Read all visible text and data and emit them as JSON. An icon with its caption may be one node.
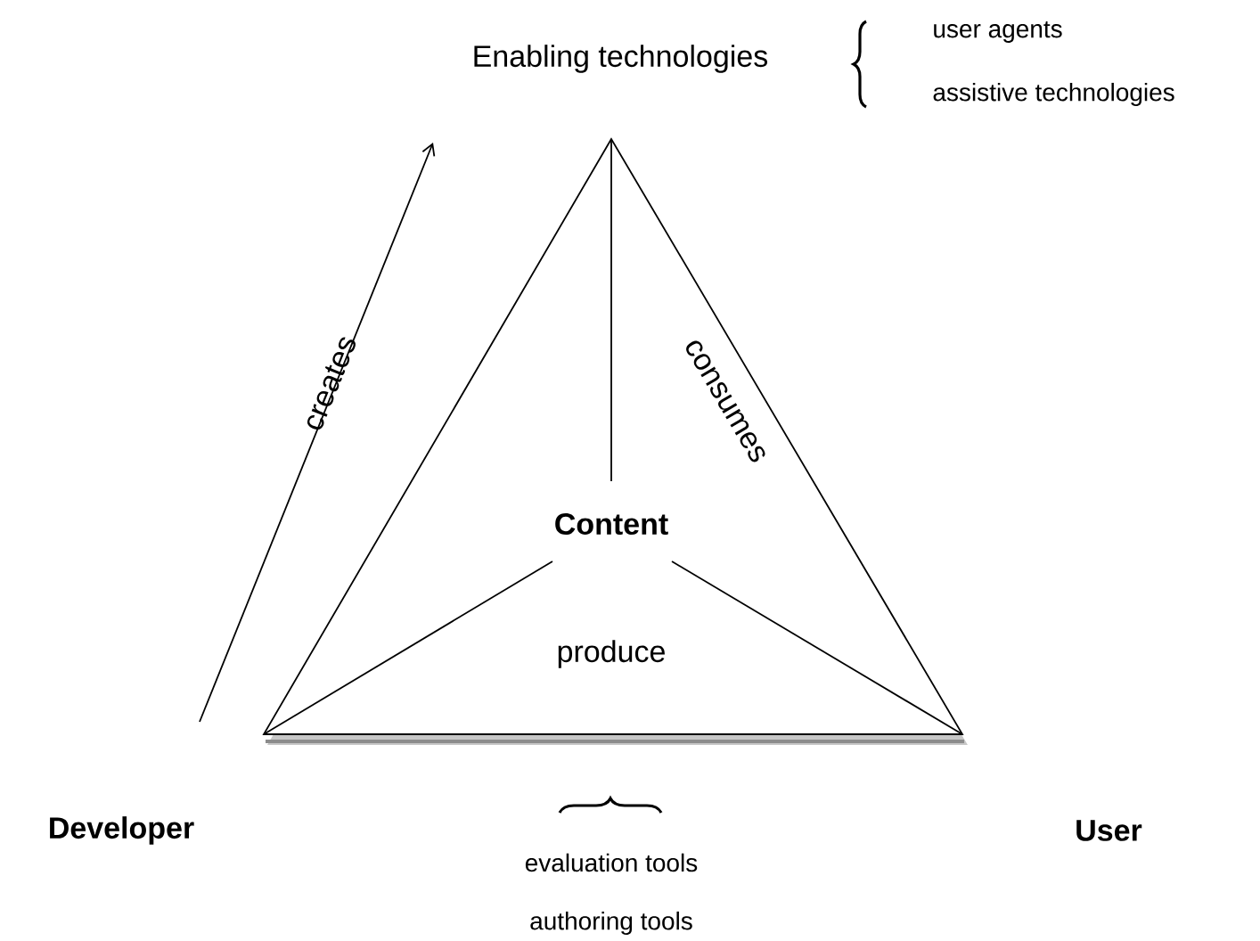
{
  "diagram": {
    "nodes": [
      {
        "text": [
          "Enabling technologies"
        ]
      },
      {
        "text": [
          "Developer"
        ]
      },
      {
        "text": [
          "User"
        ]
      },
      {
        "text": [
          "consumes",
          "produce"
        ]
      },
      {
        "text": [
          "Content"
        ],
        "in": 3
      }
    ],
    "edges": [
      {
        "from": 1,
        "to": 0,
        "arrow": "to",
        "label": "creates"
      },
      {
        "from": 4,
        "to": 3,
        "arrow": "none"
      },
      {
        "from": 4,
        "to": 3,
        "arrow": "none"
      },
      {
        "from": 4,
        "to": 3,
        "arrow": "none"
      }
    ],
    "labels": [
      "user agents",
      "assistive technologies",
      "evaluation tools",
      "authoring tools"
    ]
  }
}
